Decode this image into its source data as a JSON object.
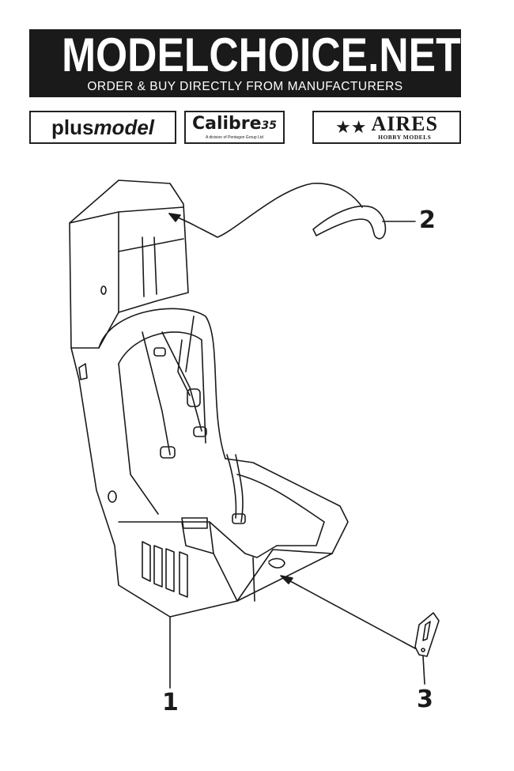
{
  "header": {
    "title": "MODELCHOICE.NET",
    "subtitle": "ORDER & BUY DIRECTLY FROM MANUFACTURERS"
  },
  "logos": {
    "plusmodel": {
      "part1": "plus",
      "part2": "model"
    },
    "calibre": {
      "name": "Calibre",
      "number": "35",
      "tagline": "A division of Pentagon Group Ltd"
    },
    "aires": {
      "name": "AIRES",
      "tagline": "HOBBY MODELS",
      "icon": "stars-icon"
    }
  },
  "callouts": {
    "part1": "1",
    "part2": "2",
    "part3": "3"
  }
}
